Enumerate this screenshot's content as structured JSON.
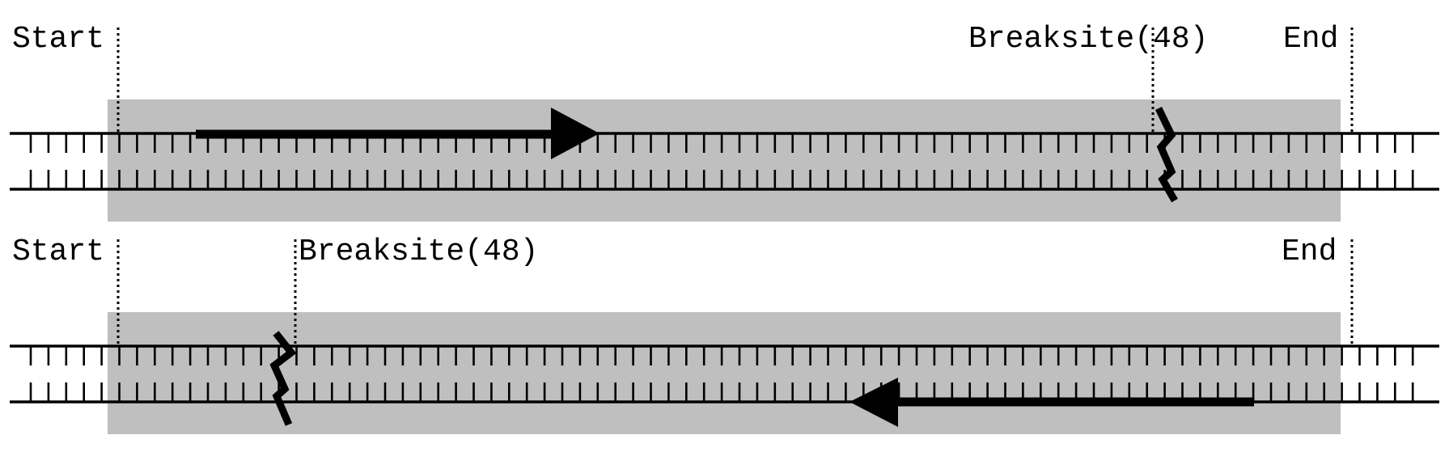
{
  "tracks": [
    {
      "start_label": "Start",
      "breaksite_label": "Breaksite(48)",
      "end_label": "End",
      "primer_direction": "forward"
    },
    {
      "start_label": "Start",
      "breaksite_label": "Breaksite(48)",
      "end_label": "End",
      "primer_direction": "reverse"
    }
  ],
  "colors": {
    "highlight": "#bfbfbf",
    "ink": "#000000"
  }
}
